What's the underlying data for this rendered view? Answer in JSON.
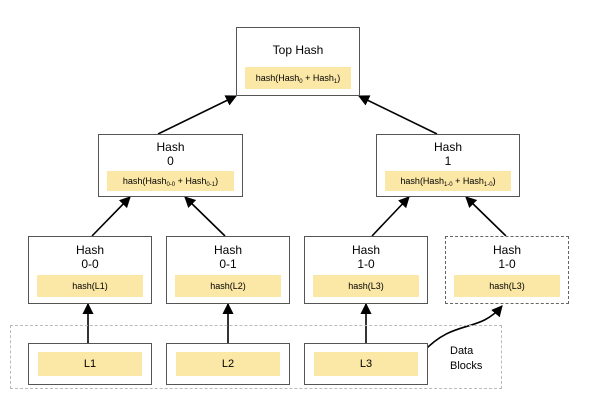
{
  "top": {
    "title": "Top Hash",
    "formula": {
      "prefix": "hash(Hash",
      "sub_a": "0",
      "mid": " + Hash",
      "sub_b": "1",
      "suffix": ")"
    }
  },
  "level1": [
    {
      "title": "Hash",
      "index": "0",
      "formula": {
        "prefix": "hash(Hash",
        "sub_a": "0-0",
        "mid": " + Hash",
        "sub_b": "0-1",
        "suffix": ")"
      }
    },
    {
      "title": "Hash",
      "index": "1",
      "formula": {
        "prefix": "hash(Hash",
        "sub_a": "1-0",
        "mid": " + Hash",
        "sub_b": "1-0",
        "suffix": ")"
      }
    }
  ],
  "level2": [
    {
      "title": "Hash",
      "index": "0-0",
      "hash": "hash(L1)"
    },
    {
      "title": "Hash",
      "index": "0-1",
      "hash": "hash(L2)"
    },
    {
      "title": "Hash",
      "index": "1-0",
      "hash": "hash(L3)"
    },
    {
      "title": "Hash",
      "index": "1-0",
      "hash": "hash(L3)",
      "duplicate": true
    }
  ],
  "blocks": [
    "L1",
    "L2",
    "L3"
  ],
  "data_blocks_label": {
    "line1": "Data",
    "line2": "Blocks"
  },
  "colors": {
    "hash_fill": "#fbe7a6",
    "border": "#555555",
    "arrow": "#000000"
  }
}
